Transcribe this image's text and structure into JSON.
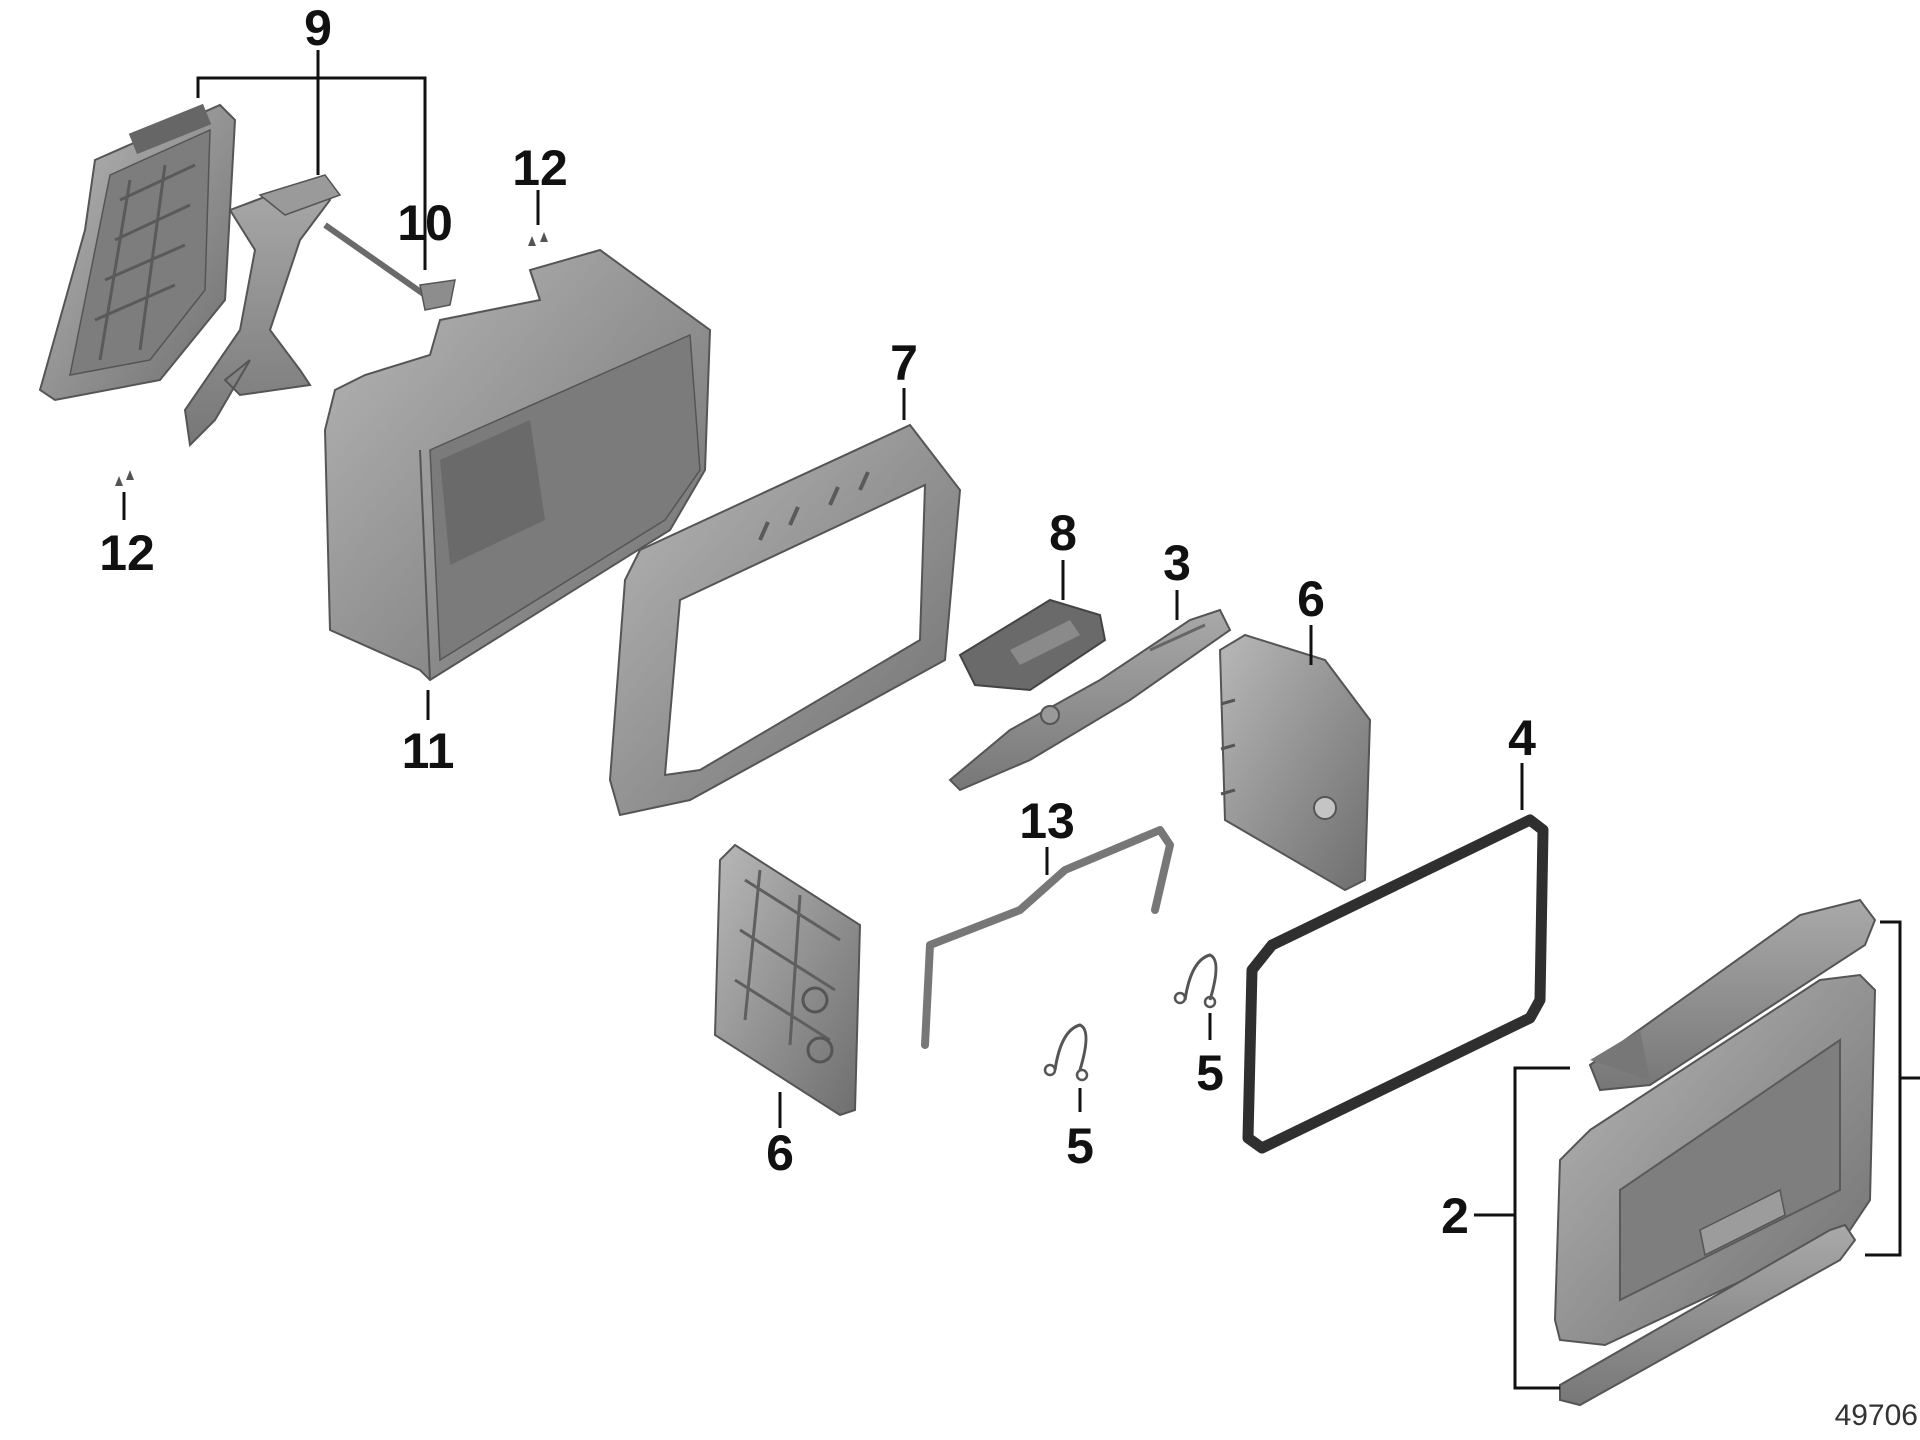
{
  "callouts": {
    "c9": "9",
    "c10": "10",
    "c12a": "12",
    "c12b": "12",
    "c11": "11",
    "c7": "7",
    "c8": "8",
    "c3": "3",
    "c6a": "6",
    "c4": "4",
    "c13": "13",
    "c6b": "6",
    "c5a": "5",
    "c5b": "5",
    "c2": "2"
  },
  "drawing_number": "49706",
  "colors": {
    "part_fill": "#8a8a8a",
    "part_dark": "#5e5e5e",
    "part_light": "#b3b3b3",
    "seal": "#3a3a3a",
    "text": "#111111"
  }
}
